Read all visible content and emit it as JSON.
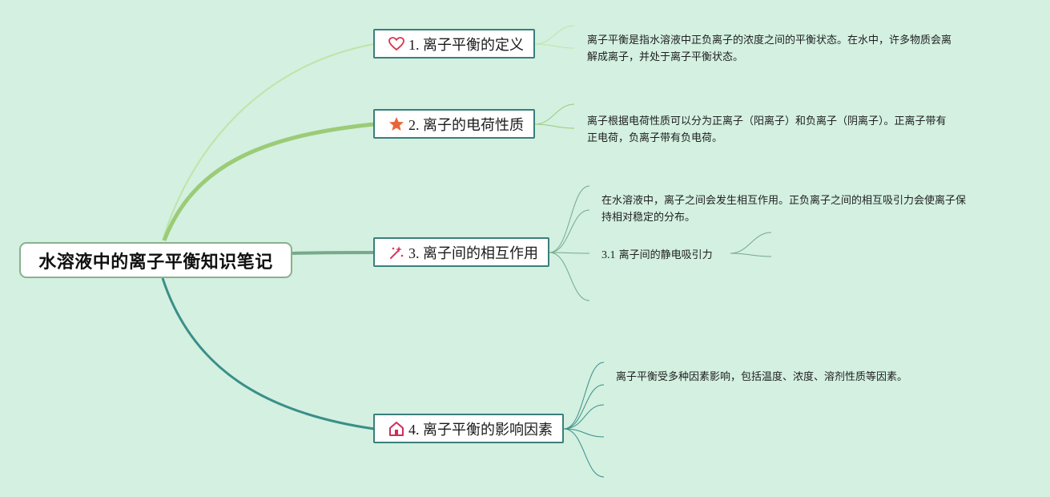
{
  "root": {
    "title": "水溶液中的离子平衡知识笔记"
  },
  "topics": [
    {
      "label": "1. 离子平衡的定义",
      "icon": "heart-icon",
      "note": [
        "离子平衡是指水溶液中正负离子的浓度之间的平衡状态。在水中，许多物质会离",
        "解成离子，并处于离子平衡状态。"
      ]
    },
    {
      "label": "2. 离子的电荷性质",
      "icon": "star-icon",
      "note": [
        "离子根据电荷性质可以分为正离子（阳离子）和负离子（阴离子）。正离子带有",
        "正电荷，负离子带有负电荷。"
      ]
    },
    {
      "label": "3. 离子间的相互作用",
      "icon": "sparkle-icon",
      "note": [
        "在水溶液中，离子之间会发生相互作用。正负离子之间的相互吸引力会使离子保",
        "持相对稳定的分布。"
      ],
      "subtopic_num": "3.1",
      "subtopic_text": "离子间的静电吸引力"
    },
    {
      "label": "4. 离子平衡的影响因素",
      "icon": "home-icon",
      "note": [
        "离子平衡受多种因素影响，包括温度、浓度、溶剂性质等因素。"
      ]
    }
  ],
  "colors": {
    "background": "#d3f0e1",
    "branch1": "#bde6a6",
    "branch2": "#9ccb76",
    "branch3": "#77a98a",
    "branch4": "#3a8f87",
    "topic_border": "#3a7f7c",
    "heart": "#d6374a",
    "star": "#e8653a",
    "sparkle": "#d63a66",
    "home": "#cf2e5a"
  }
}
